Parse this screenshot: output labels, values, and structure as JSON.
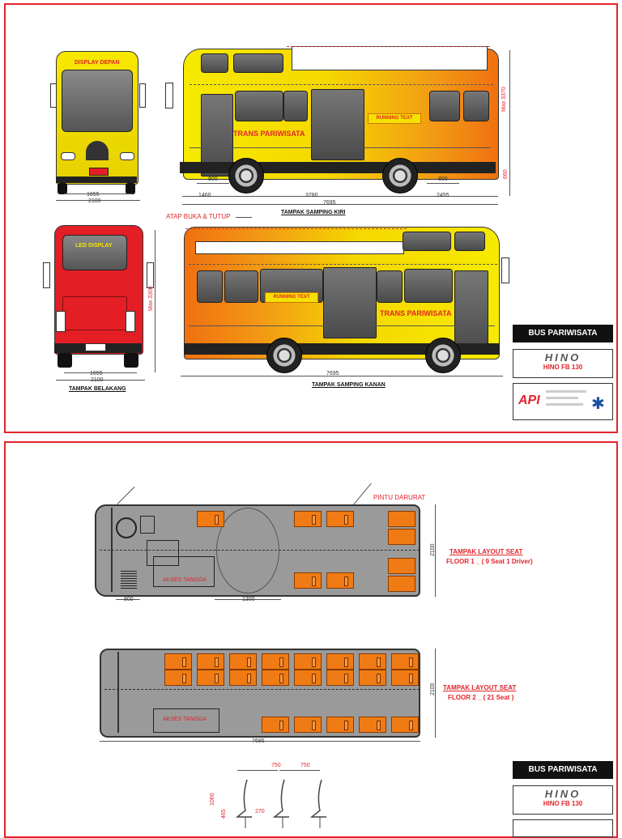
{
  "sheet1": {
    "front": {
      "display_label": "DISPLAY DEPAN",
      "dim_inner": "1655",
      "dim_outer": "2100"
    },
    "back": {
      "display_label": "LED DISPLAY",
      "height": "Max 3300",
      "dim_inner": "1655",
      "dim_outer": "2100",
      "caption": "TAMPAK BELAKANG"
    },
    "left": {
      "running_text": "RUNNING TEXT",
      "trans": "TRANS PARIWISATA",
      "height": "Max 3370",
      "ground": "660",
      "overhang_front": "800",
      "overhang_rear": "800",
      "seg_a": "1460",
      "seg_b": "3780",
      "seg_c": "2455",
      "length": "7695",
      "caption": "TAMPAK SAMPING KIRI"
    },
    "right": {
      "roof_note": "ATAP BUKA & TUTUP",
      "running_text": "RUNNING TEXT",
      "trans": "TRANS PARIWISATA",
      "length": "7695",
      "caption": "TAMPAK SAMPING KANAN"
    },
    "title": "BUS PARIWISATA",
    "brand": "HINO",
    "model": "HINO FB 130",
    "logo_text": "API"
  },
  "sheet2": {
    "floor1": {
      "pintu": "PINTU DARURAT",
      "akses": "AKSES TANGGA",
      "dim_a": "800",
      "dim_b": "1300",
      "width": "2100",
      "title": "TAMPAK LAYOUT SEAT",
      "subtitle": "FLOOR 1 _ ( 9 Seat 1 Driver)"
    },
    "floor2": {
      "akses": "AKSES TANGGA",
      "width": "2100",
      "length": "7695",
      "title": "TAMPAK LAYOUT SEAT",
      "subtitle": "FLOOR 2 _ ( 21 Seat )"
    },
    "seat_section": {
      "pitch_a": "750",
      "pitch_b": "750",
      "height": "1060",
      "seat_h": "465",
      "depth": "270"
    },
    "title": "BUS PARIWISATA",
    "brand": "HINO",
    "model": "HINO FB 130"
  },
  "colors": {
    "border": "#e3242b",
    "yellow": "#f5e400",
    "orange": "#f07b14",
    "red": "#e31e24",
    "grey": "#9a9a9a"
  }
}
